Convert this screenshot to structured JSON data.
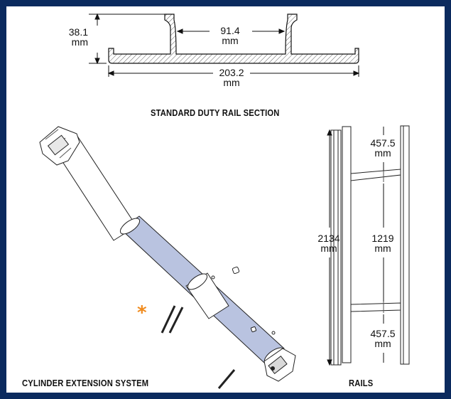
{
  "rail_section": {
    "height_value": "38.1",
    "height_unit": "mm",
    "gap_value": "91.4",
    "gap_unit": "mm",
    "width_value": "203.2",
    "width_unit": "mm",
    "caption": "STANDARD DUTY RAIL SECTION"
  },
  "cylinder": {
    "caption": "CYLINDER EXTENSION SYSTEM",
    "marker": "*",
    "marker_color": "#f08a1c",
    "highlight_color": "#b9c3e0"
  },
  "rails": {
    "caption": "RAILS",
    "top_value": "457.5",
    "top_unit": "mm",
    "total_value": "2134",
    "total_unit": "mm",
    "middle_value": "1219",
    "middle_unit": "mm",
    "bottom_value": "457.5",
    "bottom_unit": "mm"
  },
  "colors": {
    "frame": "#0b2a5e",
    "background": "#ffffff"
  }
}
